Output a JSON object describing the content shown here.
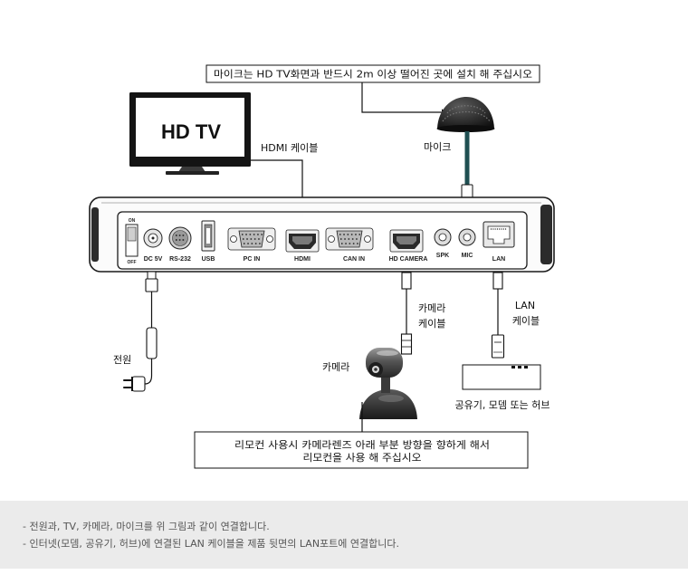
{
  "diagram": {
    "mic_notice": "마이크는 HD TV화면과 반드시 2m 이상 떨어진 곳에 설치 해 주십시오",
    "tv": {
      "screen_text": "HD TV"
    },
    "hdmi_cable_label": "HDMI 케이블",
    "mic_label": "마이크",
    "ports": {
      "switch_on": "ON",
      "switch_off": "OFF",
      "dc": "DC 5V",
      "rs232": "RS-232",
      "usb": "USB",
      "pc_in": "PC IN",
      "hdmi": "HDMI",
      "can_in": "CAN IN",
      "hd_camera": "HD CAMERA",
      "spk": "SPK",
      "mic": "MIC",
      "lan": "LAN"
    },
    "power_label": "전원",
    "camera_cable_label": [
      "카메라",
      "케이블"
    ],
    "lan_cable_label": [
      "LAN",
      "케이블"
    ],
    "camera_label": "카메라",
    "router_label": "공유기, 모뎀 또는 허브",
    "remote_notice": [
      "리모컨 사용시 카메라렌즈 아래 부분 방향을 향하게 해서",
      "리모컨을 사용 해 주십시오"
    ]
  },
  "instructions": [
    "- 전원과, TV, 카메라, 마이크를 위 그림과 같이 연결합니다.",
    "- 인터넷(모뎀, 공유기, 허브)에 연결된 LAN 케이블을 제품 뒷면의 LAN포트에 연결합니다."
  ]
}
